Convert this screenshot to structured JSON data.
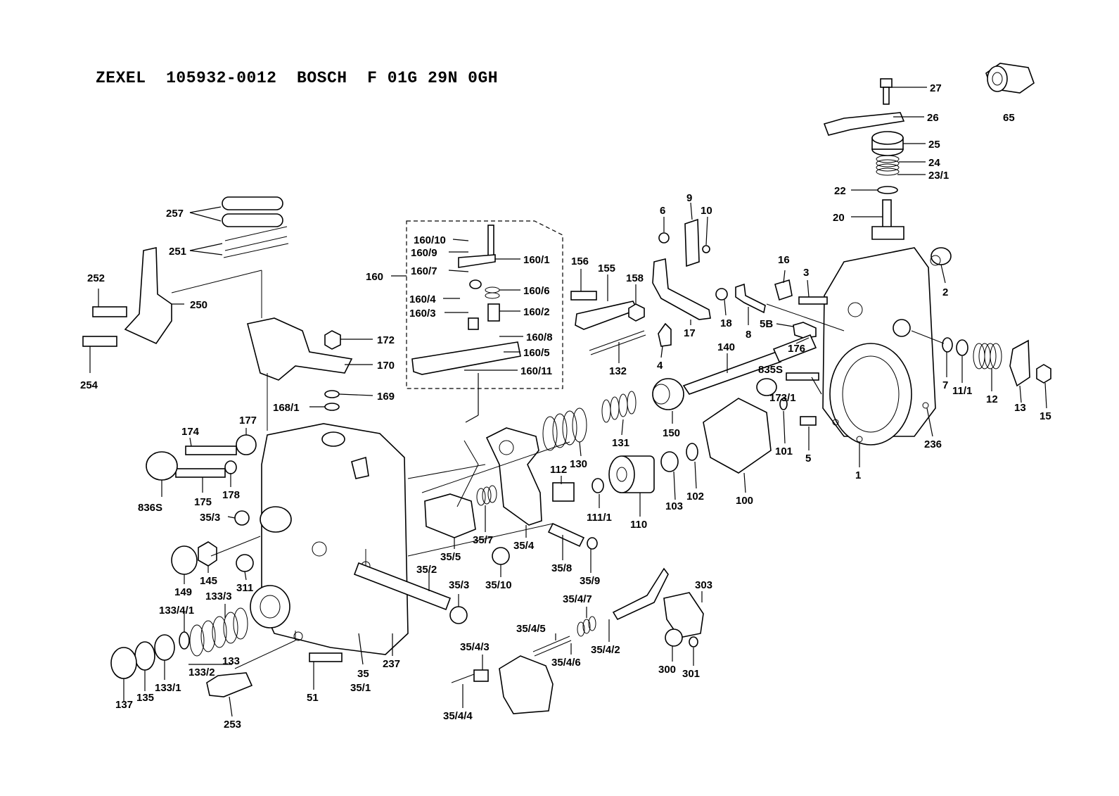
{
  "title": "ZEXEL  105932-0012  BOSCH  F 01G 29N 0GH",
  "labels": {
    "l27": "27",
    "l26": "26",
    "l25": "25",
    "l24": "24",
    "l231": "23/1",
    "l22": "22",
    "l20": "20",
    "l65": "65",
    "l2": "2",
    "l3": "3",
    "l16": "16",
    "l18": "18",
    "l8": "8",
    "l5B": "5B",
    "l176": "176",
    "l835S": "835S",
    "l1731": "173/1",
    "l5": "5",
    "l101": "101",
    "l1": "1",
    "l236": "236",
    "l7": "7",
    "l111": "11/1",
    "l12": "12",
    "l13": "13",
    "l15": "15",
    "l6": "6",
    "l9": "9",
    "l10": "10",
    "l17": "17",
    "l4": "4",
    "l140": "140",
    "l150": "150",
    "l156": "156",
    "l155": "155",
    "l158": "158",
    "l132": "132",
    "l131": "131",
    "l130": "130",
    "l112": "112",
    "l1111": "111/1",
    "l110": "110",
    "l103": "103",
    "l102": "102",
    "l100": "100",
    "l16010": "160/10",
    "l1609": "160/9",
    "l1607": "160/7",
    "l1601": "160/1",
    "l160": "160",
    "l1604": "160/4",
    "l1603": "160/3",
    "l1606": "160/6",
    "l1602": "160/2",
    "l1608": "160/8",
    "l1605": "160/5",
    "l16011": "160/11",
    "l257": "257",
    "l251": "251",
    "l252": "252",
    "l250": "250",
    "l254": "254",
    "l172": "172",
    "l170": "170",
    "l169": "169",
    "l1681": "168/1",
    "l174": "174",
    "l177": "177",
    "l836S": "836S",
    "l175": "175",
    "l178": "178",
    "l353a": "35/3",
    "l149": "149",
    "l145": "145",
    "l311": "311",
    "l1333": "133/3",
    "l13341": "133/4/1",
    "l1332": "133/2",
    "l133": "133",
    "l1331": "133/1",
    "l137": "137",
    "l135": "135",
    "l253": "253",
    "l51": "51",
    "l35": "35",
    "l351": "35/1",
    "l237": "237",
    "l352": "35/2",
    "l353b": "35/3",
    "l3510": "35/10",
    "l355": "35/5",
    "l357": "35/7",
    "l354": "35/4",
    "l358": "35/8",
    "l359": "35/9",
    "l3547": "35/4/7",
    "l3545": "35/4/5",
    "l3543": "35/4/3",
    "l3546": "35/4/6",
    "l3542": "35/4/2",
    "l3544": "35/4/4",
    "l303": "303",
    "l300": "300",
    "l301": "301"
  }
}
